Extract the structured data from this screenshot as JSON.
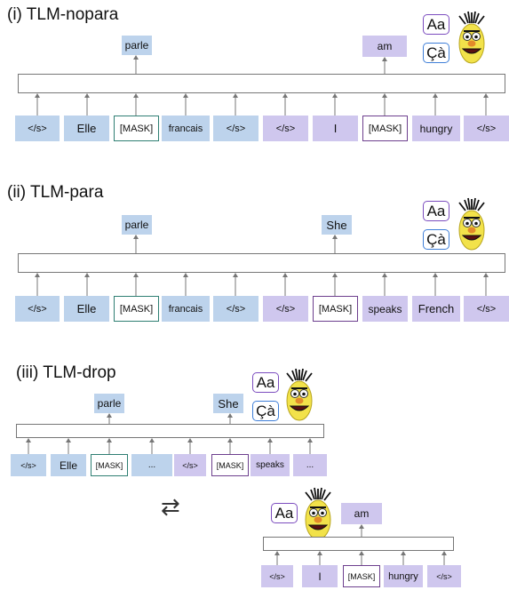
{
  "panels": {
    "nopara": {
      "title": "(i) TLM-nopara",
      "predictions": [
        "parle",
        "am"
      ],
      "tokens": [
        "</s>",
        "Elle",
        "[MASK]",
        "francais",
        "</s>",
        "</s>",
        "I",
        "[MASK]",
        "hungry",
        "</s>"
      ]
    },
    "para": {
      "title": "(ii) TLM-para",
      "predictions": [
        "parle",
        "She"
      ],
      "tokens": [
        "</s>",
        "Elle",
        "[MASK]",
        "francais",
        "</s>",
        "</s>",
        "[MASK]",
        "speaks",
        "French",
        "</s>"
      ]
    },
    "drop": {
      "title": "(iii) TLM-drop",
      "predictions": [
        "parle",
        "She"
      ],
      "tokens": [
        "</s>",
        "Elle",
        "[MASK]",
        "...",
        "</s>",
        "[MASK]",
        "speaks",
        "..."
      ],
      "second": {
        "prediction": "am",
        "tokens": [
          "</s>",
          "I",
          "[MASK]",
          "hungry",
          "</s>"
        ]
      }
    }
  },
  "bubbles": {
    "latin": "Aa",
    "french": "Çà"
  },
  "swap_symbol": "⇄",
  "colors": {
    "english_token": "#bdd3ec",
    "other_token": "#cfc7ee",
    "mask_border_left": "#2f7f73",
    "mask_border_right": "#6d3f8e",
    "bubble_latin": "#7c4dbf",
    "bubble_french": "#3f7fd8",
    "face": "#f2e24a"
  }
}
